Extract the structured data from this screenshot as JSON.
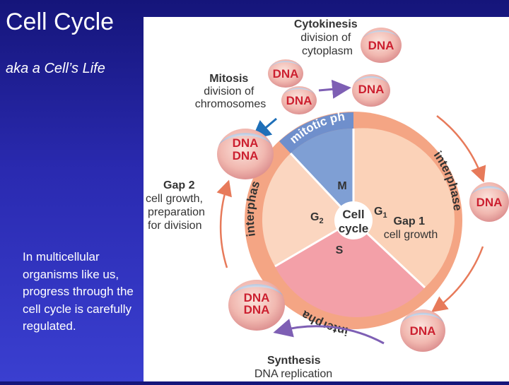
{
  "slide": {
    "title": "Cell Cycle",
    "subtitle": "aka a Cell’s Life",
    "body": "In multicellular organisms like us, progress through the cell cycle is carefully regulated."
  },
  "diagram": {
    "center": [
      "Cell",
      "cycle"
    ],
    "phase_labels": {
      "m": "M",
      "g1": "G",
      "g1_sub": "1",
      "g2": "G",
      "g2_sub": "2",
      "s": "S"
    },
    "ring_labels": {
      "mitotic": "mitotic ph",
      "interphase_right": "interphase",
      "interphase_left": "interphas",
      "interphase_bottom": "interpha"
    },
    "captions": {
      "cytokinesis": {
        "title": "Cytokinesis",
        "lines": [
          "division of",
          "cytoplasm"
        ]
      },
      "mitosis": {
        "title": "Mitosis",
        "lines": [
          "division of",
          "chromosomes"
        ]
      },
      "gap2": {
        "title": "Gap 2",
        "lines": [
          "cell growth,",
          "preparation",
          "for division"
        ]
      },
      "gap1": {
        "title": "Gap 1",
        "lines": [
          "cell growth"
        ]
      },
      "synthesis": {
        "title": "Synthesis",
        "lines": [
          "DNA replication"
        ]
      }
    },
    "cell_label": "DNA",
    "colors": {
      "ring": "#f4a584",
      "g1_sector": "#fbd2b8",
      "g2_sector": "#fbd6c0",
      "s_sector": "#f3a0a8",
      "m_sector": "#7f9fd4",
      "dna_text": "#cc2030",
      "arrow": "#e77a5a",
      "arrow_purple": "#7e5fb4",
      "arrow_blue": "#1e6fb8",
      "text": "#333333"
    }
  }
}
